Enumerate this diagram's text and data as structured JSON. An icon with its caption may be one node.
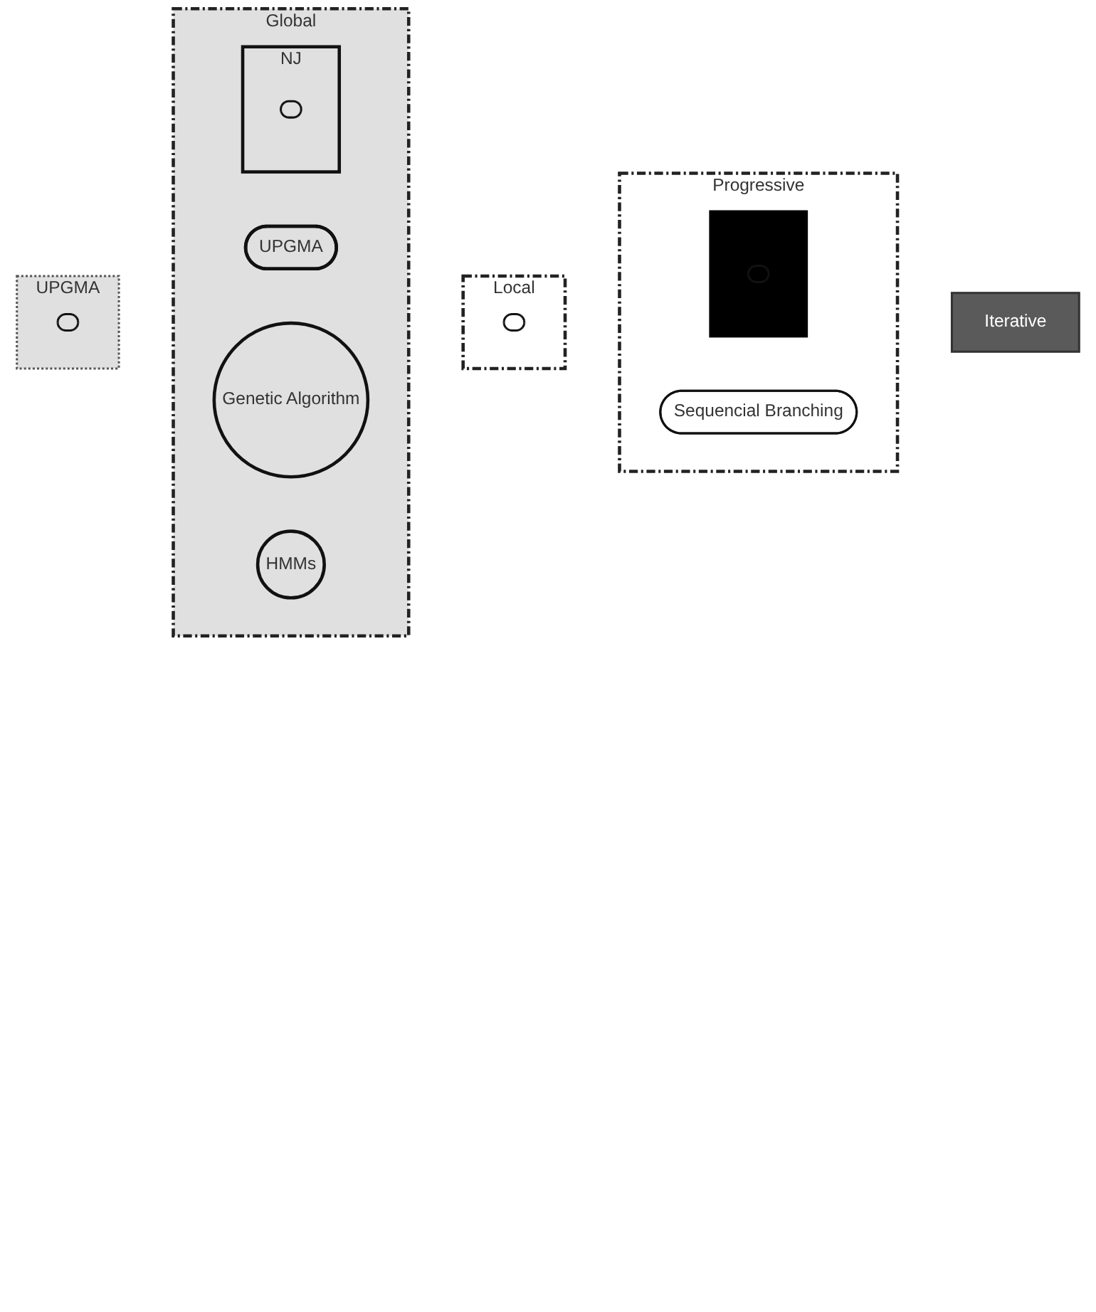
{
  "diagram": {
    "nodes": [
      {
        "text": [
          "Progressive"
        ]
      },
      {
        "text": [
          "Iterative"
        ]
      },
      {
        "text": [
          "Local"
        ]
      },
      {
        "text": [
          "Global"
        ]
      },
      {
        "text": [
          "Sequencial Branching"
        ],
        "in": 0
      },
      {
        "text": [
          "NJ"
        ],
        "in": 3
      },
      {
        "text": [],
        "shape": "ellipse",
        "in": 5
      },
      {
        "text": [],
        "shape": "box",
        "in": 0
      },
      {
        "text": [],
        "shape": "ellipse",
        "in": 7
      },
      {
        "text": [
          "UPGMA"
        ],
        "in": 3
      },
      {
        "text": [
          "UPGMA"
        ]
      },
      {
        "text": [],
        "shape": "ellipse",
        "in": 10
      },
      {
        "text": [],
        "shape": "ellipse",
        "in": 2
      },
      {
        "text": [
          "Genetic Algorithm"
        ],
        "in": 3
      },
      {
        "text": [
          "HMMs"
        ],
        "in": 3
      }
    ],
    "edges": []
  }
}
